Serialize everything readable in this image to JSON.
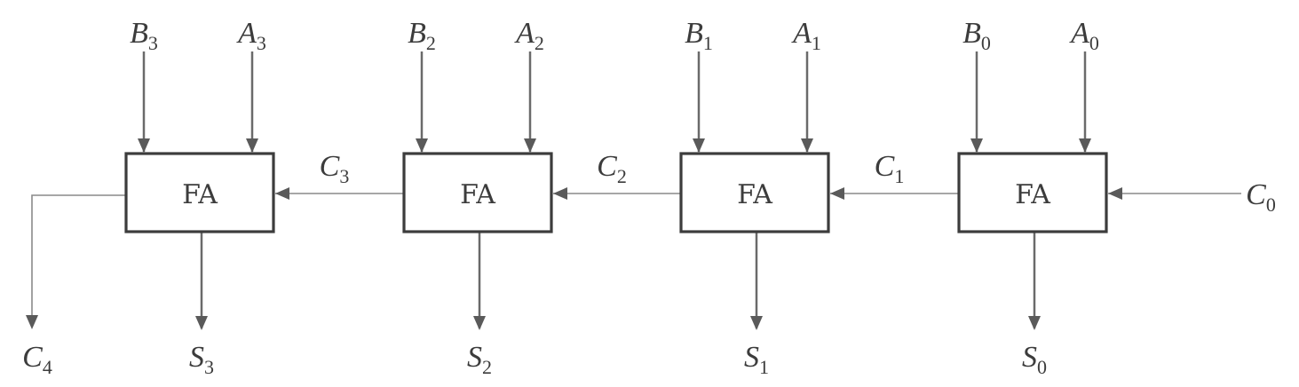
{
  "diagram": {
    "block_label": "FA",
    "stages": [
      {
        "a": {
          "base": "A",
          "sub": "0"
        },
        "b": {
          "base": "B",
          "sub": "0"
        },
        "s": {
          "base": "S",
          "sub": "0"
        },
        "cin": {
          "base": "C",
          "sub": "0"
        }
      },
      {
        "a": {
          "base": "A",
          "sub": "1"
        },
        "b": {
          "base": "B",
          "sub": "1"
        },
        "s": {
          "base": "S",
          "sub": "1"
        },
        "cin": {
          "base": "C",
          "sub": "1"
        }
      },
      {
        "a": {
          "base": "A",
          "sub": "2"
        },
        "b": {
          "base": "B",
          "sub": "2"
        },
        "s": {
          "base": "S",
          "sub": "2"
        },
        "cin": {
          "base": "C",
          "sub": "2"
        }
      },
      {
        "a": {
          "base": "A",
          "sub": "3"
        },
        "b": {
          "base": "B",
          "sub": "3"
        },
        "s": {
          "base": "S",
          "sub": "3"
        },
        "cin": {
          "base": "C",
          "sub": "3"
        }
      }
    ],
    "carry_out": {
      "base": "C",
      "sub": "4"
    },
    "colors": {
      "box_stroke": "#3c3c3c",
      "wire": "#6a6a6a",
      "text": "#3c3c3c"
    }
  }
}
